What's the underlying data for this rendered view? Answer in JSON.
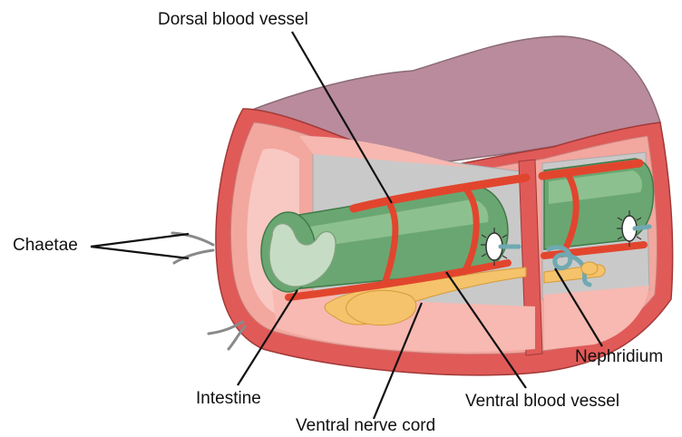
{
  "labels": {
    "dorsal_blood_vessel": "Dorsal blood vessel",
    "chaetae": "Chaetae",
    "intestine": "Intestine",
    "ventral_nerve_cord": "Ventral nerve cord",
    "ventral_blood_vessel": "Ventral blood vessel",
    "nephridium": "Nephridium"
  },
  "colors": {
    "body_wall_outer": "#e05a58",
    "body_wall_inner": "#f2a79f",
    "coelom_lining": "#f8c8c2",
    "dorsal_surface": "#b98b9c",
    "coelom_gray": "#c9c9c9",
    "intestine_green": "#6aa672",
    "intestine_light": "#8dc08f",
    "intestine_lumen": "#c7dcc4",
    "blood_vessel": "#e2452e",
    "nerve_cord": "#f4c36b",
    "nephridium": "#6fa9b1",
    "leader_line": "#111111"
  }
}
